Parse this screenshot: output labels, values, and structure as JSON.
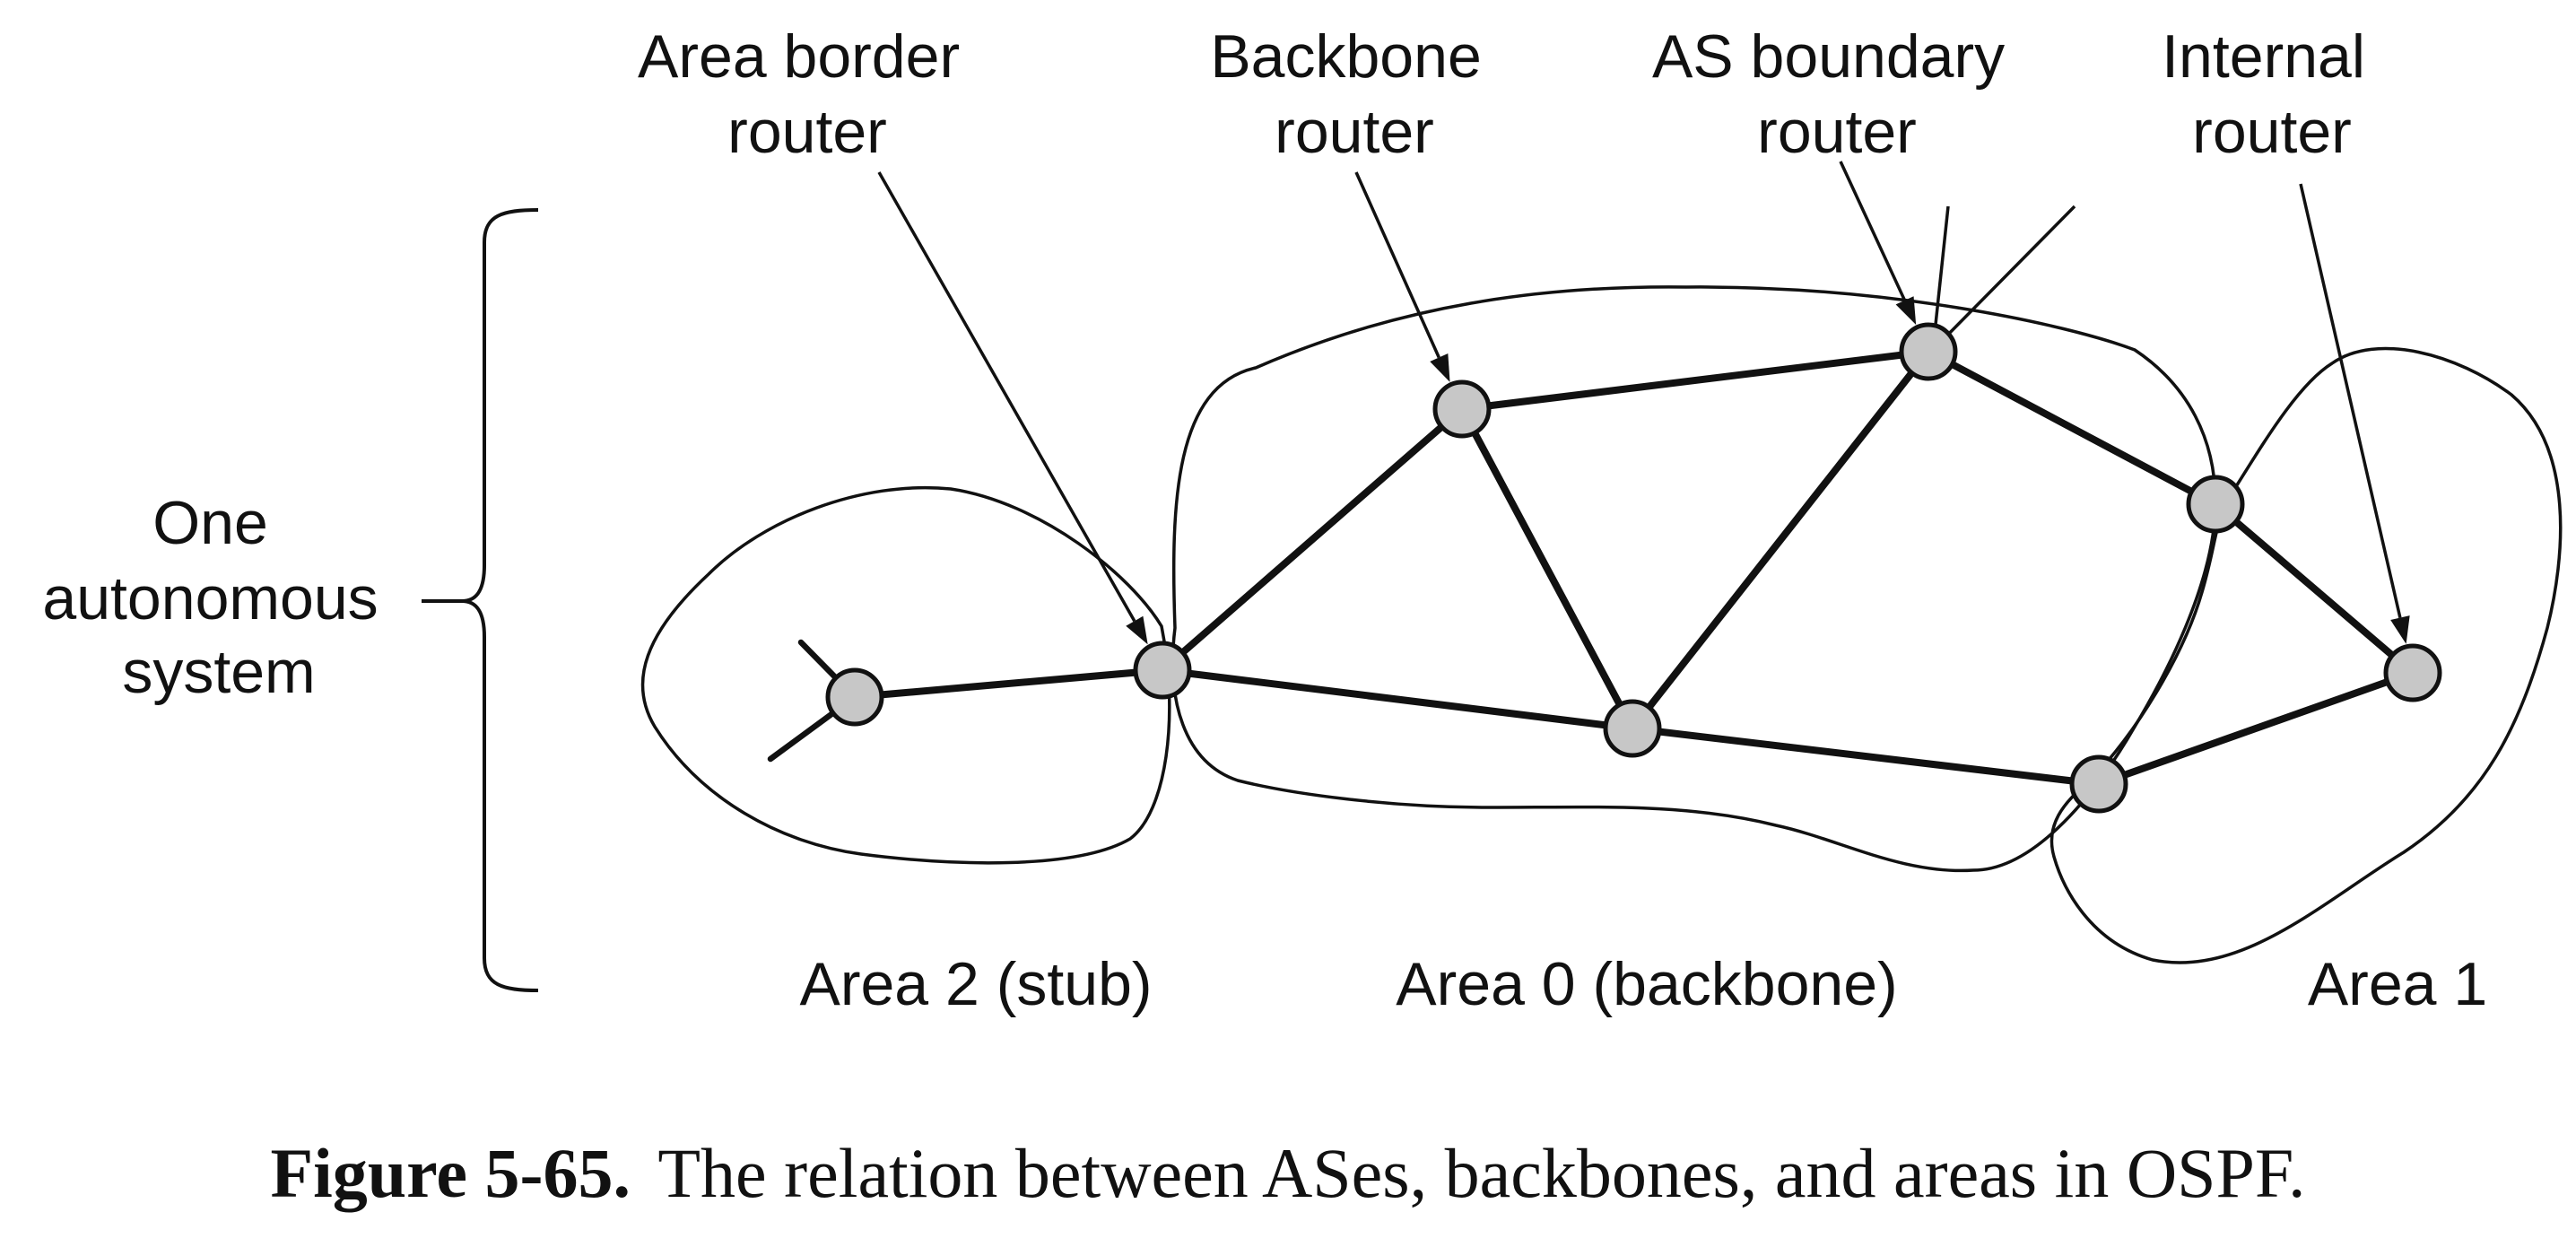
{
  "labels": {
    "area_border_router": [
      "Area border",
      "router"
    ],
    "backbone_router": [
      "Backbone",
      "router"
    ],
    "as_boundary_router": [
      "AS boundary",
      "router"
    ],
    "internal_router": [
      "Internal",
      "router"
    ],
    "autonomous_system": [
      "One",
      "autonomous",
      "system"
    ]
  },
  "areas": {
    "area2": "Area 2 (stub)",
    "area0": "Area 0 (backbone)",
    "area1": "Area 1"
  },
  "caption": {
    "number": "Figure 5-65.",
    "text": "The relation between ASes, backbones, and areas in OSPF."
  }
}
